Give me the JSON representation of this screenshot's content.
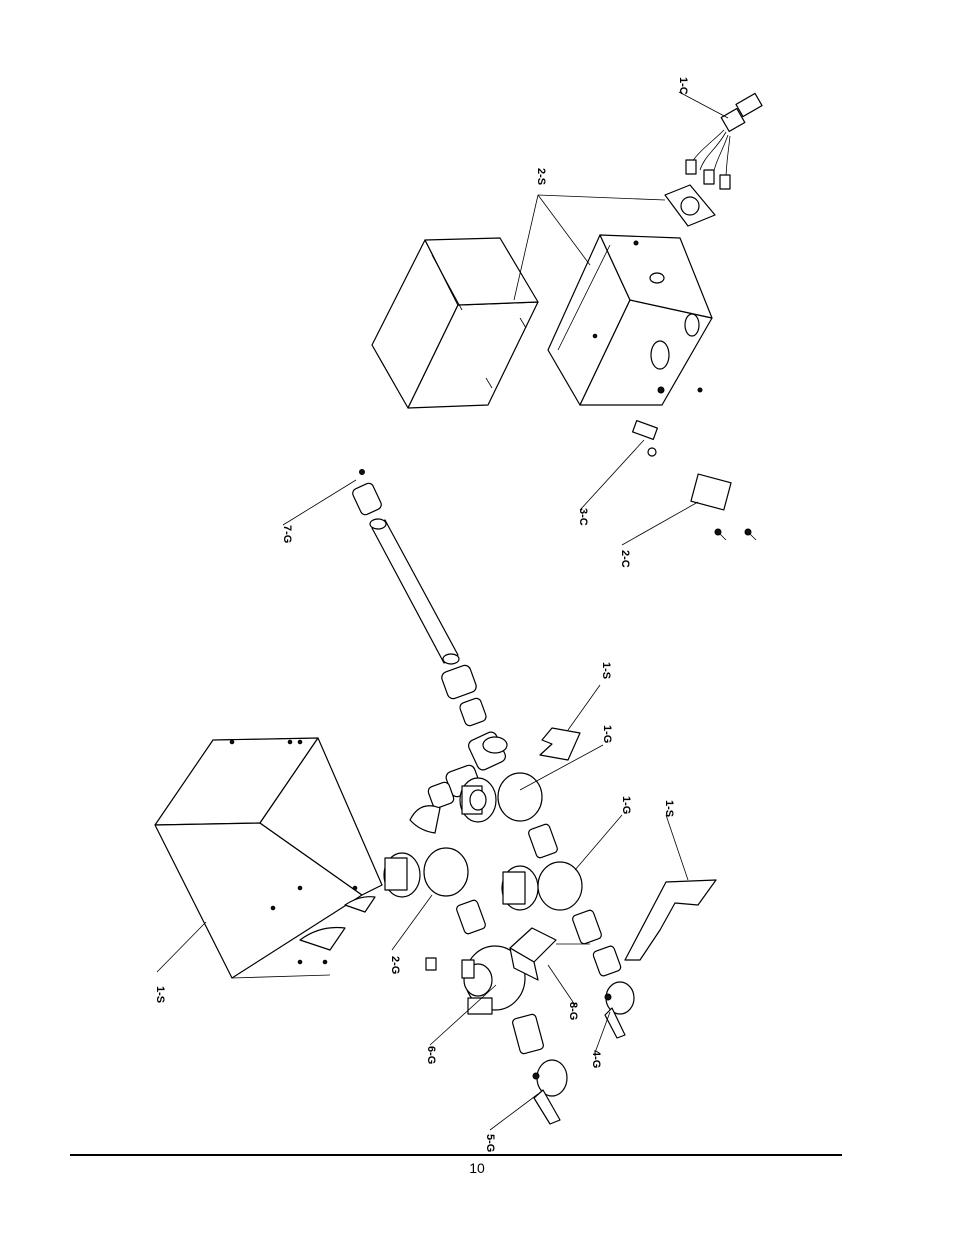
{
  "diagram": {
    "callouts": {
      "c1": "1-C",
      "s2": "2-S",
      "c3": "3-C",
      "c2": "2-C",
      "g7": "7-G",
      "s1_top": "1-S",
      "g1_top": "1-G",
      "g1_mid": "1-G",
      "s1_right": "1-S",
      "s1_left": "1-S",
      "g2": "2-G",
      "g8": "8-G",
      "g6": "6-G",
      "g4": "4-G",
      "g5": "5-G"
    }
  },
  "footer": {
    "page_number": "10"
  }
}
